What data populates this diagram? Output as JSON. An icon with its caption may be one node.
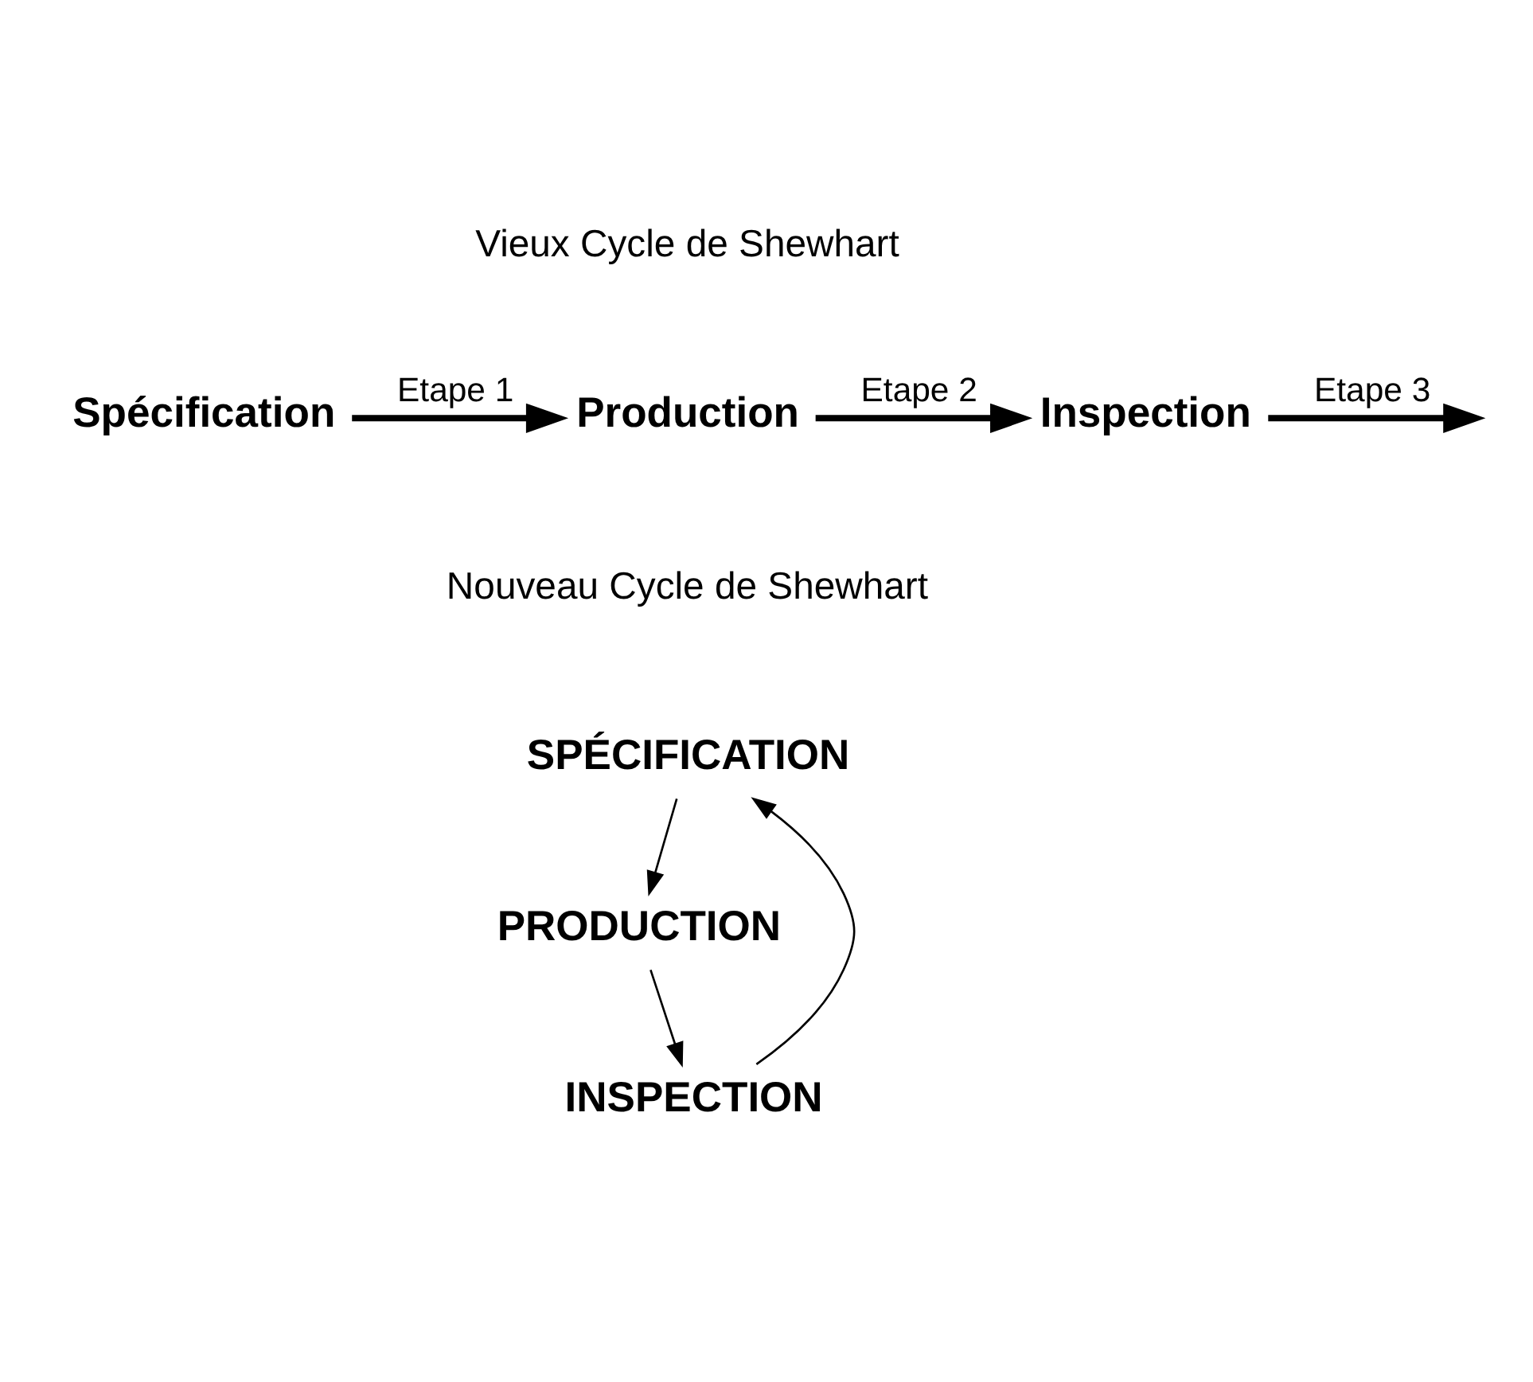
{
  "diagram": {
    "nodes": [
      {
        "text": [
          "Spécification"
        ]
      },
      {
        "text": [
          "Production"
        ]
      },
      {
        "text": [
          "Inspection"
        ]
      },
      {
        "text": [
          "SPÉCIFICATION"
        ]
      },
      {
        "text": [
          "PRODUCTION"
        ]
      },
      {
        "text": [
          "INSPECTION"
        ]
      }
    ],
    "edges": [
      {
        "from": 0,
        "to": 1,
        "arrow": "to",
        "label": "Etape 1",
        "style": "thick"
      },
      {
        "from": 1,
        "to": 2,
        "arrow": "to",
        "label": "Etape 2",
        "style": "thick"
      },
      {
        "from": 2,
        "to": null,
        "arrow": "to",
        "label": "Etape 3",
        "style": "thick"
      },
      {
        "from": 3,
        "to": 4,
        "arrow": "to"
      },
      {
        "from": 4,
        "to": 5,
        "arrow": "to"
      },
      {
        "from": 5,
        "to": 3,
        "arrow": "to"
      }
    ],
    "labels": [
      "Vieux Cycle de Shewhart",
      "Nouveau Cycle de Shewhart"
    ]
  }
}
